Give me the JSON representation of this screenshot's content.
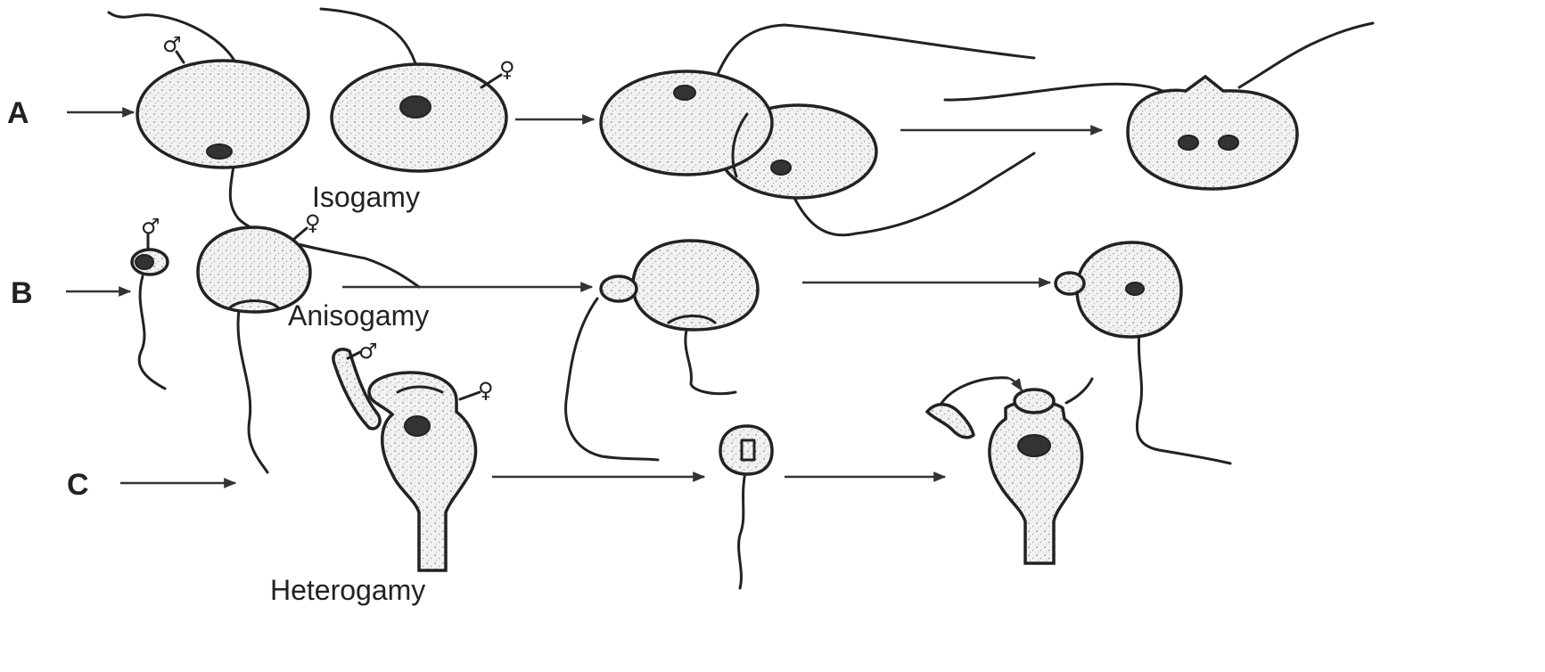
{
  "rows": [
    {
      "letter": "A",
      "label": "Isogamy"
    },
    {
      "letter": "B",
      "label": "Anisogamy"
    },
    {
      "letter": "C",
      "label": "Heterogamy"
    }
  ],
  "symbols": {
    "male": "♂",
    "female": "♀"
  },
  "colors": {
    "ink": "#222222",
    "cell_fill": "#eeeeee",
    "background": "#ffffff"
  }
}
